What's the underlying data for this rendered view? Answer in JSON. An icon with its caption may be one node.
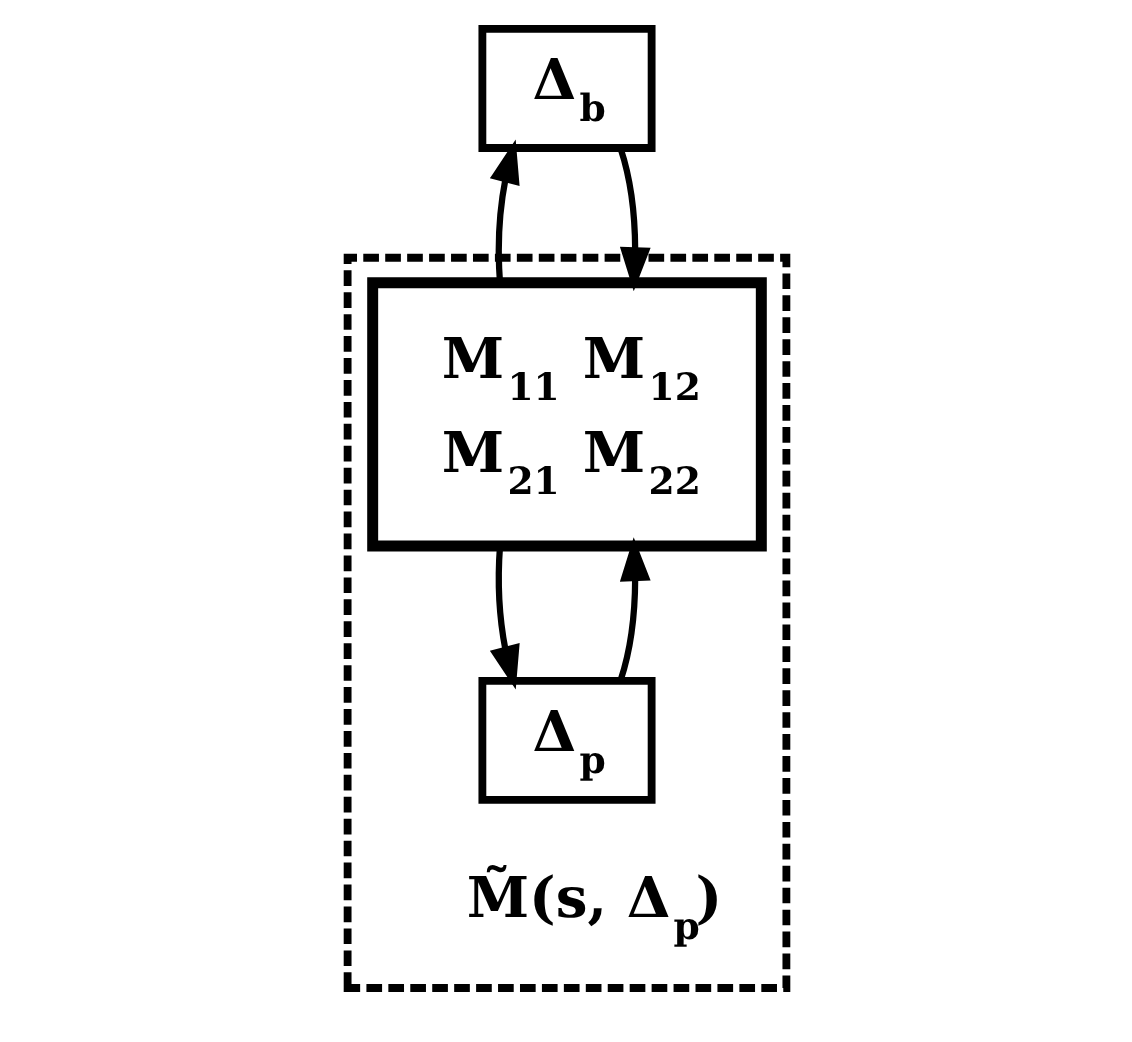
{
  "diagram": {
    "nodes": [
      {
        "text": [
          "M̃(s, Δ$_{p}$)"
        ]
      },
      {
        "text": [
          "Δ$_{b}$"
        ]
      },
      {
        "text": [
          "M$_{11}$",
          "M$_{12}$",
          "M$_{21}$",
          "M$_{22}$"
        ],
        "in": 0
      },
      {
        "text": [
          "Δ$_{p}$"
        ],
        "in": 0
      }
    ],
    "edges": [
      {
        "from": 2,
        "to": 1,
        "arrow": "to"
      },
      {
        "from": 1,
        "to": 2,
        "arrow": "to"
      },
      {
        "from": 2,
        "to": 3,
        "arrow": "to"
      },
      {
        "from": 3,
        "to": 2,
        "arrow": "to"
      }
    ]
  }
}
